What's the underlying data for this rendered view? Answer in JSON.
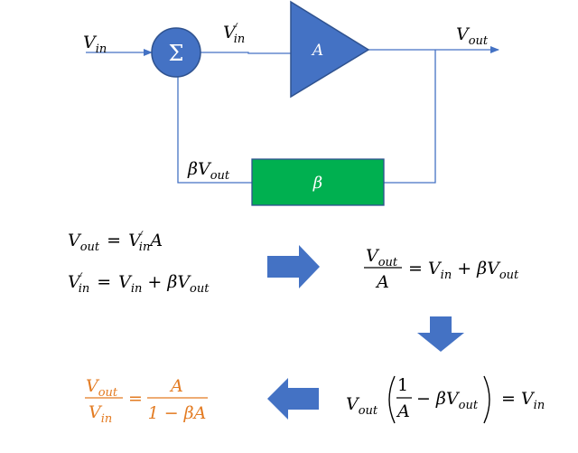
{
  "colors": {
    "block_blue": "#4472C4",
    "block_blue_stroke": "#2F528F",
    "feedback_green": "#00B050",
    "line": "#4472C4",
    "wire": "#5B7FC3",
    "result_orange": "#E37B22",
    "text": "#000000"
  },
  "diagram": {
    "input_label": {
      "base": "V",
      "sub": "in"
    },
    "summing_symbol": "Σ",
    "summer_output_label": {
      "base": "V",
      "prime": "′",
      "sub": "in"
    },
    "amplifier_label": "A",
    "output_label": {
      "base": "V",
      "sub": "out"
    },
    "feedback_label": {
      "beta": "β",
      "base": "V",
      "sub": "out"
    },
    "feedback_block_label": "β"
  },
  "equations": {
    "eq1": {
      "lhs_base": "V",
      "lhs_sub": "out",
      "eq": "=",
      "rhs_base": "V",
      "rhs_prime": "′",
      "rhs_sub": "in",
      "rhs_tail": "A"
    },
    "eq2": {
      "lhs_base": "V",
      "lhs_prime": "′",
      "lhs_sub": "in",
      "eq": "=",
      "v": "V",
      "v_sub": "in",
      "plus": "+",
      "beta": "β",
      "v2": "V",
      "v2_sub": "out"
    },
    "eq3": {
      "num_base": "V",
      "num_sub": "out",
      "den": "A",
      "eq": "=",
      "v": "V",
      "v_sub": "in",
      "plus": "+",
      "beta": "β",
      "v2": "V",
      "v2_sub": "out"
    },
    "eq4": {
      "v": "V",
      "v_sub": "out",
      "one": "1",
      "den": "A",
      "minus": "−",
      "beta": "β",
      "v2": "V",
      "v2_sub": "out",
      "eq": "=",
      "rhs": "V",
      "rhs_sub": "in"
    },
    "eq5": {
      "num_base": "V",
      "num_sub": "out",
      "den_base": "V",
      "den_sub": "in",
      "eq": "=",
      "num2": "A",
      "den2": "1 − βA"
    }
  }
}
